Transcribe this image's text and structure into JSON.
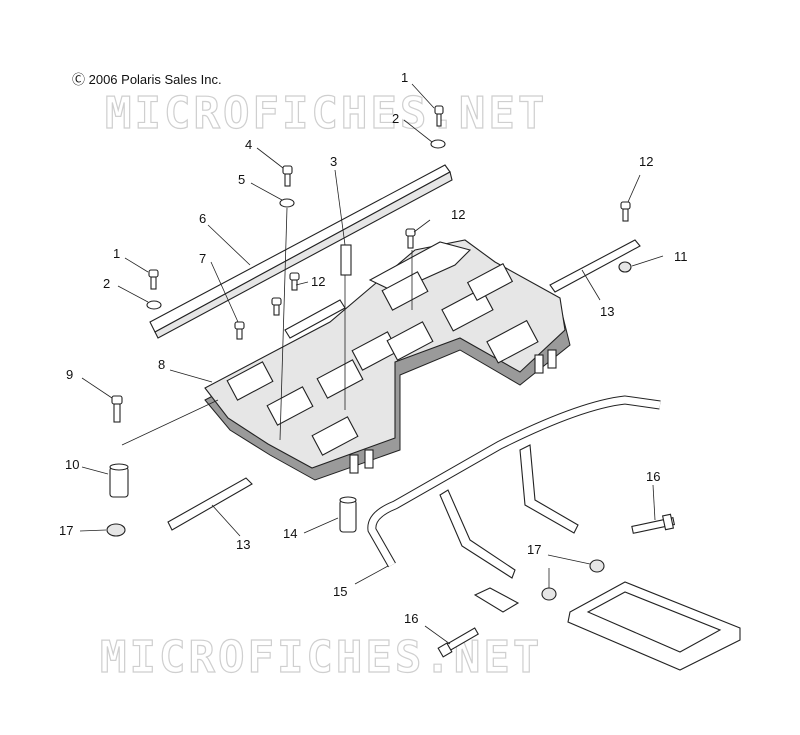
{
  "copyright": "Ⓒ 2006 Polaris Sales Inc.",
  "watermark_top": "MICROFICHES.NET",
  "watermark_bottom": "MICROFICHES.NET",
  "callouts": [
    {
      "id": "c1a",
      "label": "1"
    },
    {
      "id": "c2a",
      "label": "2"
    },
    {
      "id": "c3",
      "label": "3"
    },
    {
      "id": "c4",
      "label": "4"
    },
    {
      "id": "c5",
      "label": "5"
    },
    {
      "id": "c6",
      "label": "6"
    },
    {
      "id": "c1b",
      "label": "1"
    },
    {
      "id": "c2b",
      "label": "2"
    },
    {
      "id": "c7",
      "label": "7"
    },
    {
      "id": "c12a",
      "label": "12"
    },
    {
      "id": "c12b",
      "label": "12"
    },
    {
      "id": "c12c",
      "label": "12"
    },
    {
      "id": "c11",
      "label": "11"
    },
    {
      "id": "c13a",
      "label": "13"
    },
    {
      "id": "c8",
      "label": "8"
    },
    {
      "id": "c9",
      "label": "9"
    },
    {
      "id": "c10",
      "label": "10"
    },
    {
      "id": "c17a",
      "label": "17"
    },
    {
      "id": "c13b",
      "label": "13"
    },
    {
      "id": "c14",
      "label": "14"
    },
    {
      "id": "c16a",
      "label": "16"
    },
    {
      "id": "c17b",
      "label": "17"
    },
    {
      "id": "c15",
      "label": "15"
    },
    {
      "id": "c16b",
      "label": "16"
    }
  ]
}
